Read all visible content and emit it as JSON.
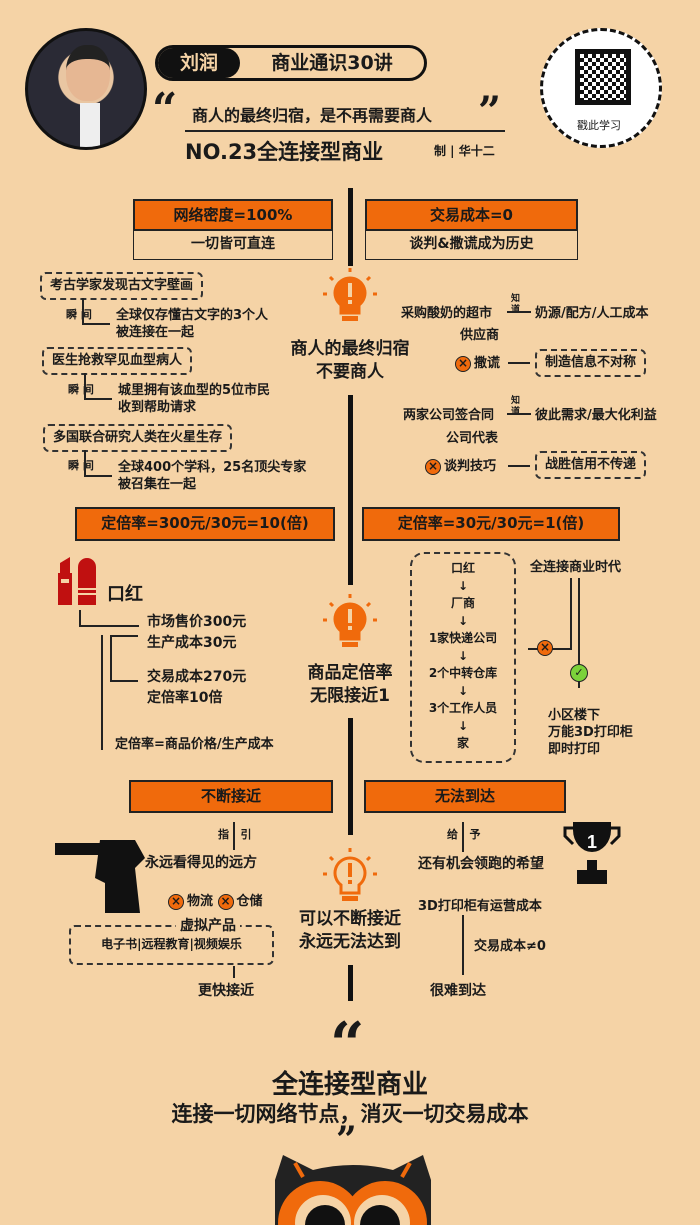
{
  "header": {
    "author": "刘润",
    "series": "商业通识30讲",
    "quote": "商人的最终归宿，是不再需要商人",
    "open_quote": "“",
    "close_quote": "”",
    "lesson": "NO.23全连接型商业",
    "credit": "制 | 华十二",
    "qr_label": "戳此学习"
  },
  "section1": {
    "left_title": "网络密度=100%",
    "left_sub": "一切皆可直连",
    "right_title": "交易成本=0",
    "right_sub": "谈判&撒谎成为历史",
    "examples": [
      {
        "event": "考古学家发现古文字壁画",
        "tag1": "瞬",
        "tag2": "间",
        "line1": "全球仅存懂古文字的3个人",
        "line2": "被连接在一起"
      },
      {
        "event": "医生抢救罕见血型病人",
        "tag1": "瞬",
        "tag2": "间",
        "line1": "城里拥有该血型的5位市民",
        "line2": "收到帮助请求"
      },
      {
        "event": "多国联合研究人类在火星生存",
        "tag1": "瞬",
        "tag2": "间",
        "line1": "全球400个学科，25名顶尖专家",
        "line2": "被召集在一起"
      }
    ],
    "center1": "商人的最终归宿",
    "center2": "不要商人",
    "cases": [
      {
        "who": "采购酸奶的超市",
        "k1": "知",
        "k2": "道",
        "knows": "奶源/配方/人工成本",
        "actor": "供应商",
        "tactic": "撒谎",
        "result": "制造信息不对称"
      },
      {
        "who": "两家公司签合同",
        "k1": "知",
        "k2": "道",
        "knows": "彼此需求/最大化利益",
        "actor": "公司代表",
        "tactic": "谈判技巧",
        "result": "战胜信用不传递"
      }
    ]
  },
  "section2": {
    "left_title": "定倍率=300元/30元=10(倍)",
    "right_title": "定倍率=30元/30元=1(倍)",
    "product": "口红",
    "price": "市场售价300元",
    "cost": "生产成本30元",
    "trade_cost": "交易成本270元",
    "ratio": "定倍率10倍",
    "formula": "定倍率=商品价格/生产成本",
    "center1": "商品定倍率",
    "center2": "无限接近1",
    "chain": [
      "口红",
      "厂商",
      "1家快递公司",
      "2个中转仓库",
      "3个工作人员",
      "家"
    ],
    "era": "全连接商业时代",
    "result1": "小区楼下",
    "result2": "万能3D打印柜",
    "result3": "即时打印"
  },
  "section3": {
    "left_title": "不断接近",
    "right_title": "无法到达",
    "l_tag1": "指",
    "l_tag2": "引",
    "l_text": "永远看得见的远方",
    "x1": "物流",
    "x2": "仓储",
    "virtual": "虚拟产品",
    "virtual_items": "电子书|远程教育|视频娱乐",
    "faster": "更快接近",
    "center1": "可以不断接近",
    "center2": "永远无法达到",
    "r_tag1": "给",
    "r_tag2": "予",
    "r_text": "还有机会领跑的希望",
    "trophy": "1",
    "r_cost": "3D打印柜有运营成本",
    "r_note": "交易成本≠0",
    "r_end": "很难到达"
  },
  "footer": {
    "title": "全连接型商业",
    "subtitle": "连接一切网络节点，消灭一切交易成本"
  },
  "colors": {
    "bg": "#f5d3a6",
    "accent": "#f06a0c",
    "ink": "#1a1a1a",
    "check": "#7bd23a",
    "lipstick": "#c01010"
  }
}
